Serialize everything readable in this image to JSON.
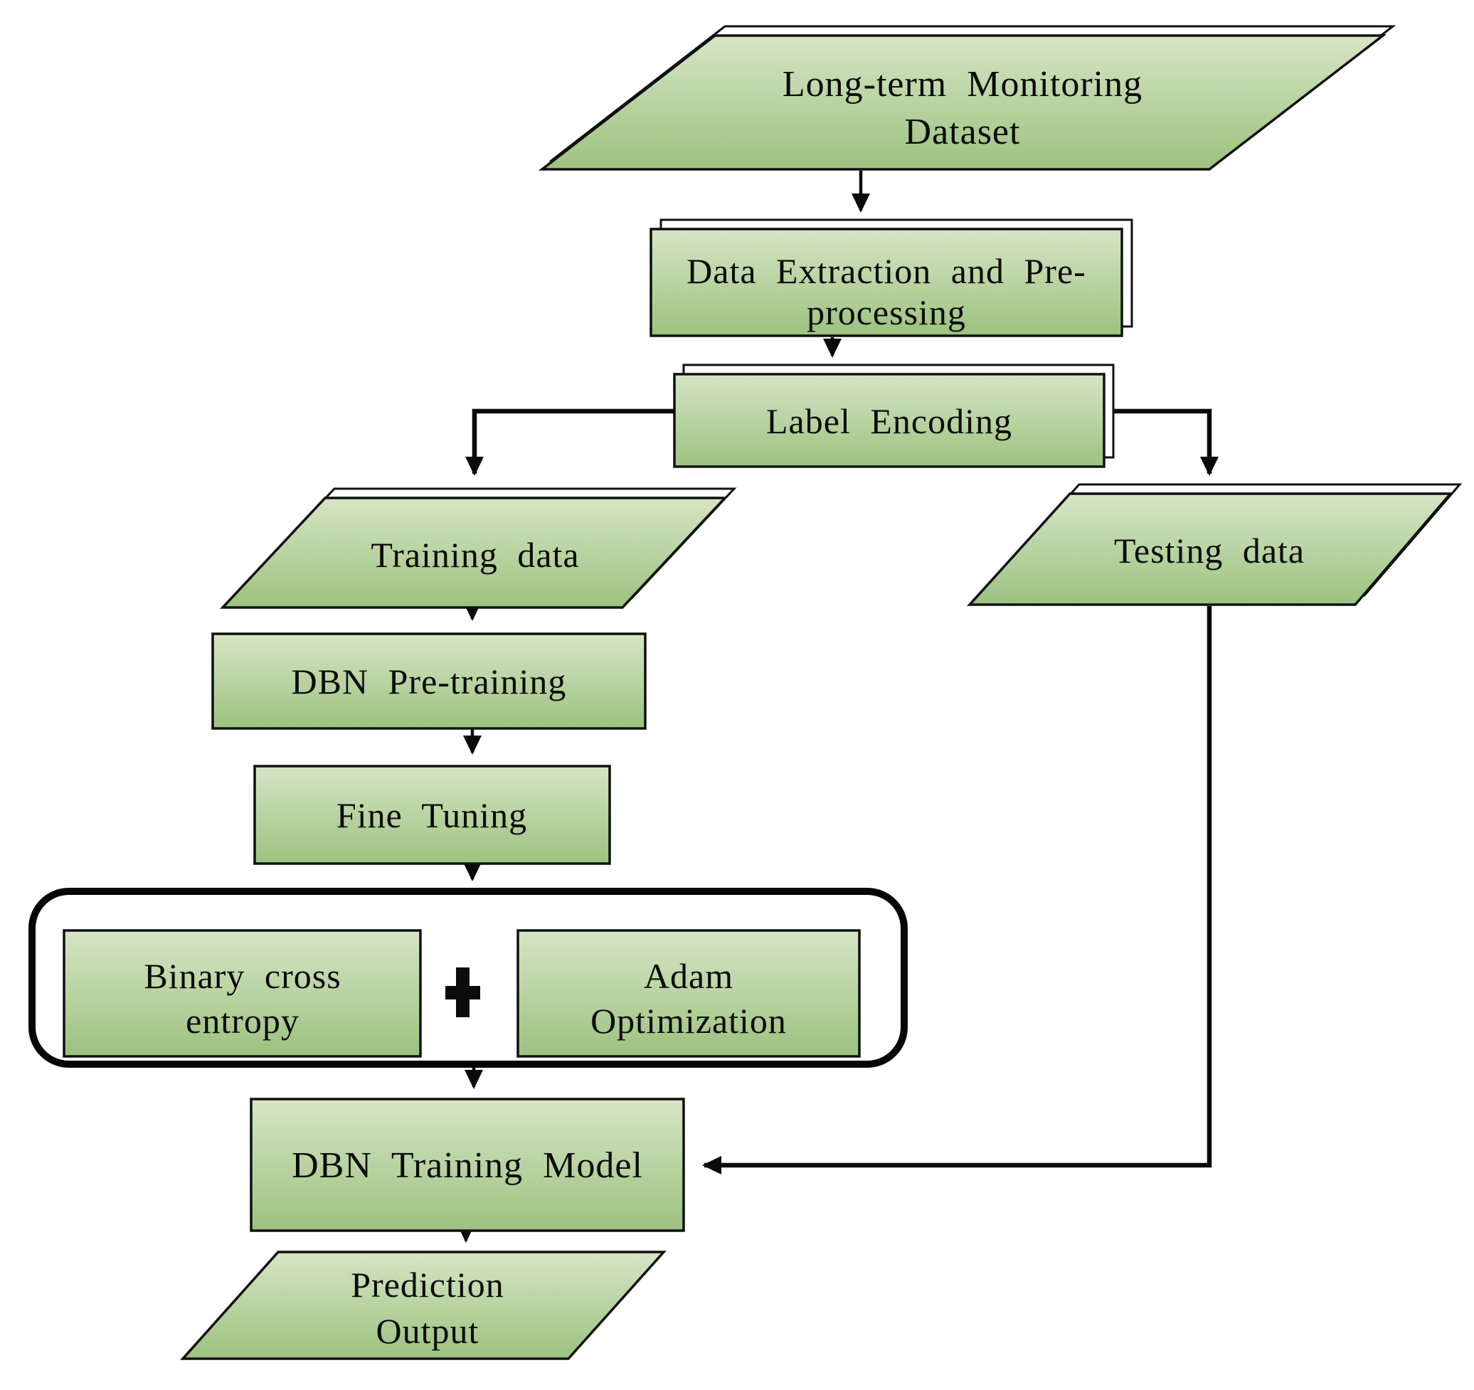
{
  "figure": {
    "kind": "flowchart",
    "title": "DBN training and prediction pipeline flowchart"
  },
  "colors": {
    "node_fill_top": "#d6e5c5",
    "node_fill_bottom": "#9cc27f",
    "node_border": "#101010",
    "connector": "#0b0b0b",
    "background": "#ffffff",
    "text": "#0b0b0b"
  },
  "nodes": {
    "dataset": {
      "shape": "parallelogram",
      "stacked": true,
      "line1": "Long-term Monitoring",
      "line2": "Dataset"
    },
    "extraction": {
      "shape": "rectangle",
      "stacked": true,
      "line1": "Data Extraction and Pre-",
      "line2": "processing"
    },
    "label_encoding": {
      "shape": "rectangle",
      "stacked": true,
      "label": "Label Encoding"
    },
    "training_data": {
      "shape": "parallelogram",
      "stacked": true,
      "label": "Training data"
    },
    "testing_data": {
      "shape": "parallelogram",
      "stacked": true,
      "label": "Testing data"
    },
    "dbn_pretraining": {
      "shape": "rectangle",
      "label": "DBN Pre-training"
    },
    "fine_tuning": {
      "shape": "rectangle",
      "label": "Fine Tuning"
    },
    "binary_cross_entropy": {
      "shape": "rectangle",
      "line1": "Binary cross",
      "line2": "entropy"
    },
    "plus_operator": {
      "shape": "plus-icon",
      "meaning": "combined with"
    },
    "adam_optimization": {
      "shape": "rectangle",
      "line1": "Adam",
      "line2": "Optimization"
    },
    "dbn_training_model": {
      "shape": "rectangle",
      "label": "DBN Training Model"
    },
    "prediction_output": {
      "shape": "parallelogram",
      "line1": "Prediction",
      "line2": "Output"
    }
  },
  "edges": [
    {
      "from": "dataset",
      "to": "extraction"
    },
    {
      "from": "extraction",
      "to": "label_encoding"
    },
    {
      "from": "label_encoding",
      "to": "training_data"
    },
    {
      "from": "label_encoding",
      "to": "testing_data"
    },
    {
      "from": "training_data",
      "to": "dbn_pretraining"
    },
    {
      "from": "dbn_pretraining",
      "to": "fine_tuning"
    },
    {
      "from": "fine_tuning",
      "to": "loss_optimizer_group"
    },
    {
      "from": "loss_optimizer_group",
      "to": "dbn_training_model"
    },
    {
      "from": "testing_data",
      "to": "dbn_training_model"
    },
    {
      "from": "dbn_training_model",
      "to": "prediction_output"
    }
  ]
}
